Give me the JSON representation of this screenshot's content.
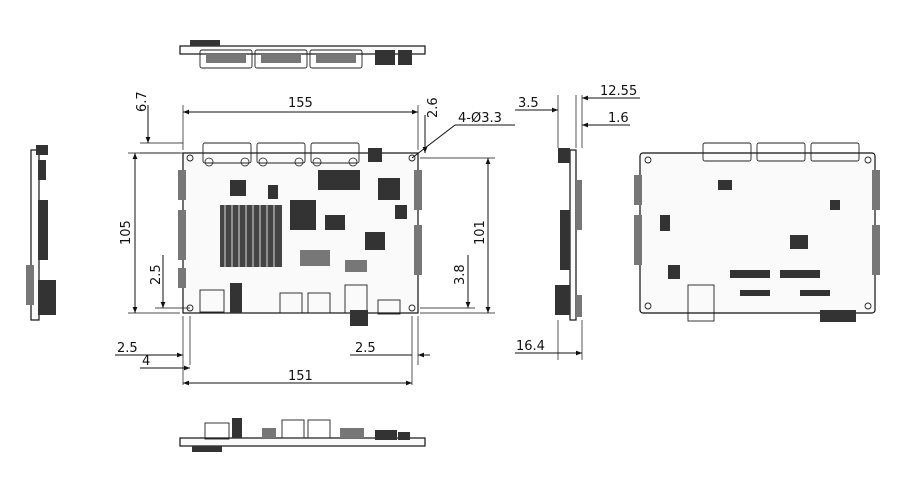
{
  "dimensions": {
    "top_width": "155",
    "bottom_width": "151",
    "left_height": "105",
    "right_height": "101",
    "top_offset": "6.7",
    "right_offset": "2.6",
    "hole_callout": "4-Ø3.3",
    "left_hole_offset": "2.5",
    "bottom_left_edge": "2.5",
    "bottom_left_hole": "4",
    "bottom_right_edge": "2.5",
    "right_side_hole": "3.8",
    "side_top": "3.5",
    "side_thickness": "12.55",
    "side_pcb": "1.6",
    "side_bottom": "16.4"
  },
  "colors": {
    "ink": "#111111",
    "board": "#fafafa",
    "component": "#333333"
  }
}
